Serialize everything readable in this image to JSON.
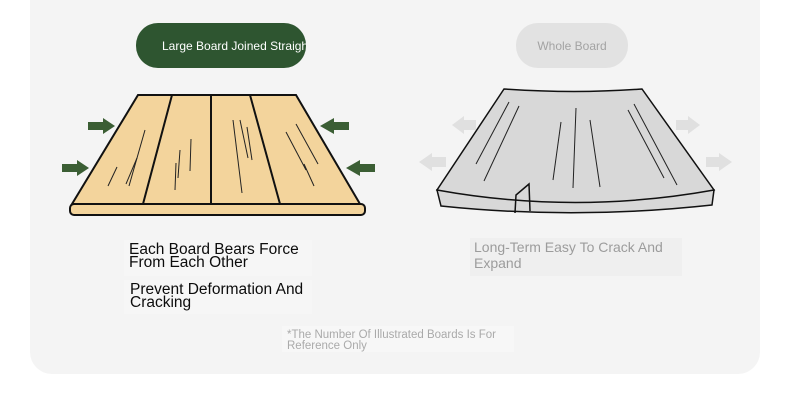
{
  "labels": {
    "joined_pill": "Large Board Joined Straight",
    "whole_pill": "Whole Board"
  },
  "benefits": {
    "line1": "Each Board Bears Force From Each Other",
    "line2": "Prevent Deformation And Cracking"
  },
  "drawback": "Long-Term Easy To Crack And Expand",
  "footnote": "*The Number Of Illustrated Boards Is For Reference Only",
  "colors": {
    "brand_green": "#2e5530",
    "arrow_green": "#3b5e34",
    "wood": "#f3d49c",
    "gray_board": "#d8d8d8",
    "arrow_gray": "#e0e0e0"
  },
  "icons": {
    "inward_arrow": "arrow-right-icon",
    "outward_arrow": "arrow-left-icon"
  }
}
